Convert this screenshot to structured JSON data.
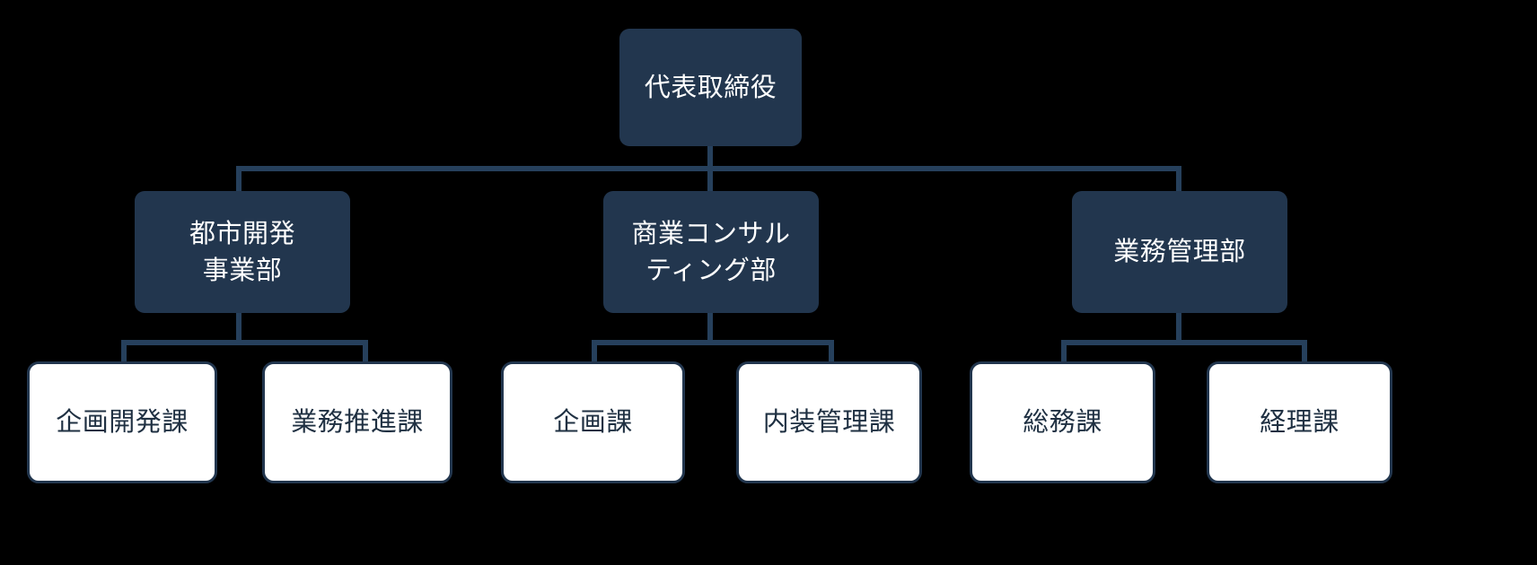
{
  "diagram": {
    "type": "org-chart",
    "title": "",
    "background_color": "#000000",
    "node_fill_dark": "#22364e",
    "node_fill_leaf": "#ffffff",
    "node_text_dark": "#ffffff",
    "node_text_leaf": "#1f3042",
    "connector_color": "#26405c",
    "connector_accent_color": "#1c5066",
    "levels": 3
  },
  "root": {
    "label": "代表取締役"
  },
  "divisions": [
    {
      "label": "都市開発\n事業部",
      "sections": [
        {
          "label": "企画開発課"
        },
        {
          "label": "業務推進課"
        }
      ]
    },
    {
      "label": "商業コンサル\nティング部",
      "sections": [
        {
          "label": "企画課"
        },
        {
          "label": "内装管理課"
        }
      ]
    },
    {
      "label": "業務管理部",
      "sections": [
        {
          "label": "総務課"
        },
        {
          "label": "経理課"
        }
      ]
    }
  ]
}
